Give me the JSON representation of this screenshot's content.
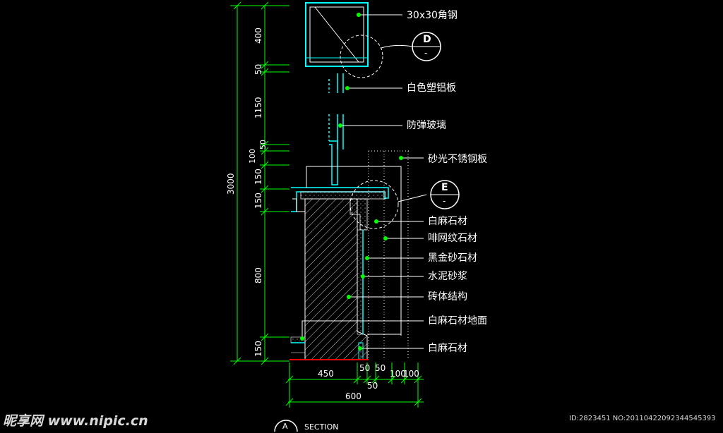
{
  "labels": {
    "angle_steel": "30x30角钢",
    "aluminum_panel": "白色塑铝板",
    "bulletproof_glass": "防弹玻璃",
    "stainless_panel": "砂光不锈钢板",
    "white_stone_1": "白麻石材",
    "coffee_stone": "啡网纹石材",
    "black_gold_stone": "黑金砂石材",
    "cement_mortar": "水泥砂浆",
    "brick_structure": "砖体结构",
    "white_stone_floor": "白麻石材地面",
    "white_stone_2": "白麻石材"
  },
  "callouts": {
    "d": {
      "letter": "D",
      "sub": "-"
    },
    "e": {
      "letter": "E",
      "sub": "-"
    },
    "a": {
      "letter": "A"
    }
  },
  "vertical_dims": {
    "total": "3000",
    "d400": "400",
    "d50a": "50",
    "d1150": "1150",
    "d50b": "50",
    "d100": "100",
    "d150a": "150",
    "d150b": "150",
    "d800": "800",
    "d150c": "150"
  },
  "horizontal_dims": {
    "d450": "450",
    "d50a": "50",
    "d50b": "50",
    "d100a": "100",
    "d100b": "100",
    "d50c": "50",
    "total": "600"
  },
  "section_title": "SECTION",
  "watermark": {
    "logo": "昵享网 www.nipic.cn",
    "id": "ID:2823451 NO:20110422092344545393"
  },
  "colors": {
    "background": "#000000",
    "dim_line": "#00ff00",
    "profile": "#00ffff",
    "leader_dot": "#00ff00",
    "text": "#ffffff",
    "outline": "#ffffff",
    "hatch": "#c8c8c8",
    "floor": "#ff0000"
  }
}
